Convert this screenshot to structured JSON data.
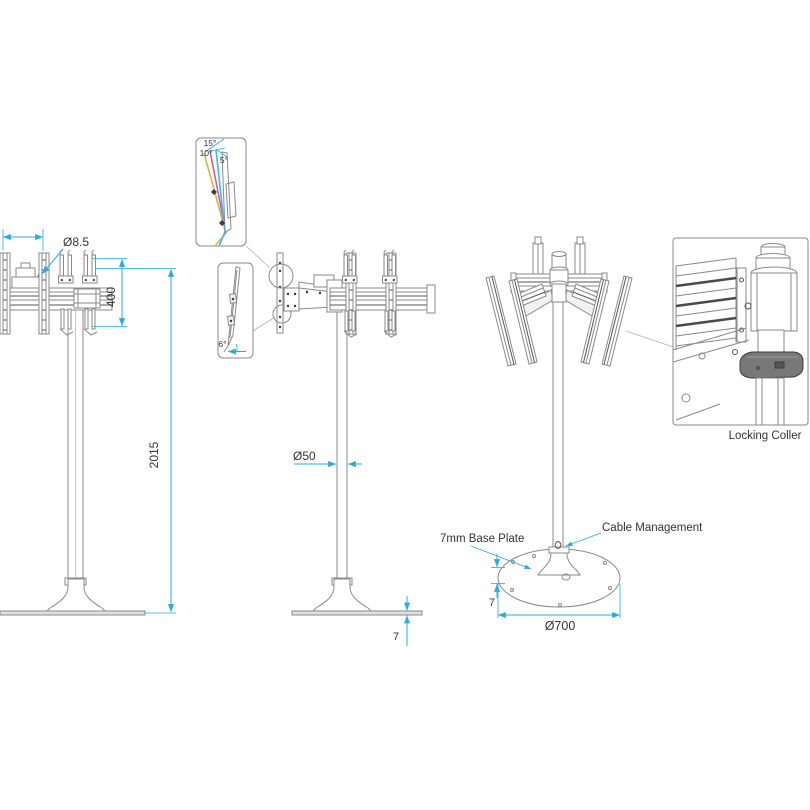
{
  "colors": {
    "dimension": "#29ABE2",
    "line": "#8a8a8a",
    "line_dark": "#555555",
    "text": "#333333",
    "tilt_15": "#d9b63f",
    "tilt_10": "#c35ebf",
    "tilt_5": "#3fb9e6",
    "collar_fill": "#787878"
  },
  "side_view": {
    "hole_diameter": "Ø8.5",
    "bracket_height": "400",
    "total_height": "2015"
  },
  "column_view": {
    "pole_diameter": "Ø50",
    "base_plate_thickness": "7"
  },
  "tilt_detail": {
    "angle_max": "15°",
    "angle_mid": "10°",
    "angle_min": "5°"
  },
  "profile_detail": {
    "angle": "6°"
  },
  "iso_view": {
    "collar_label": "Locking Coller",
    "base_plate_label": "7mm Base Plate",
    "cable_label": "Cable Management",
    "base_diameter": "Ø700",
    "plate_thickness": "7"
  }
}
